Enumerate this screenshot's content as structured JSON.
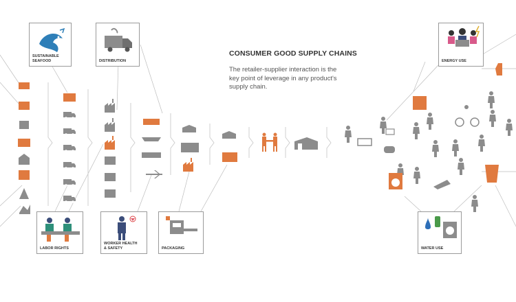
{
  "header": {
    "title": "CONSUMER GOOD SUPPLY CHAINS",
    "description": "The retailer-supplier interaction is the key point of leverage in any product's supply chain."
  },
  "callouts": {
    "sustainable_seafood": "SUSTAINABLE\nSEAFOOD",
    "distribution": "DISTRIBUTION",
    "labor_rights": "LABOR RIGHTS",
    "worker_health": "WORKER HEALTH\n& SAFETY",
    "packaging": "PACKAGING",
    "energy_use": "ENERGY USE",
    "water_use": "WATER USE"
  },
  "colors": {
    "accent": "#e07a3f",
    "icon_gray": "#8c8c8c",
    "line_gray": "#bdbdbd",
    "border": "#9a9a9a",
    "text": "#333333"
  }
}
